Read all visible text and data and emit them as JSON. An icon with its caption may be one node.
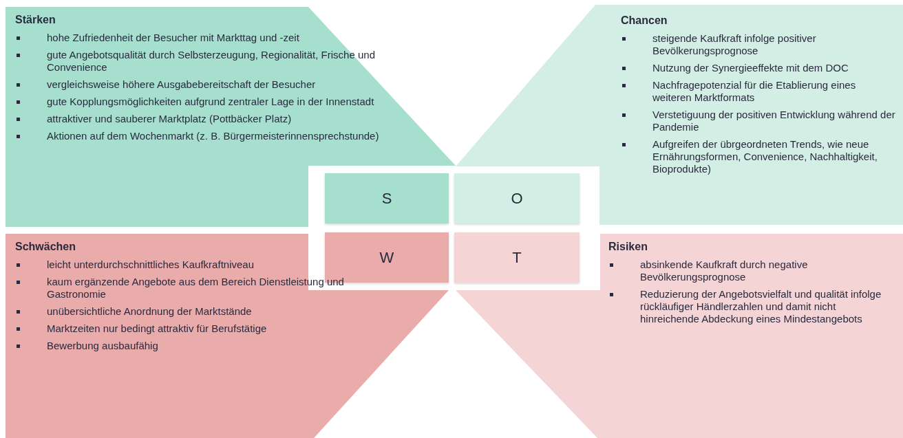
{
  "diagram": {
    "nodes": [
      {
        "text": [
          "Stärken",
          "hohe Zufriedenheit der Besucher mit Markttag und -zeit",
          "gute Angebotsqualität durch Selbsterzeugung, Regionalität, Frische und Convenience",
          "vergleichsweise höhere Ausgabebereitschaft der Besucher",
          "gute Kopplungsmöglichkeiten aufgrund zentraler Lage in der Innenstadt",
          "attraktiver und sauberer Marktplatz (Pottbäcker Platz)",
          "Aktionen auf dem Wochenmarkt (z. B. Bürgermeisterinnensprechstunde)"
        ]
      },
      {
        "text": [
          "Chancen",
          "steigende Kaufkraft infolge positiver Bevölkerungsprognose",
          "Nutzung der Synergieeffekte mit dem DOC",
          "Nachfragepotenzial für die Etablierung eines weiteren Marktformats",
          "Verstetiguung der positiven Entwicklung während der Pandemie",
          "Aufgreifen der übrgeordneten Trends, wie neue Ernährungsformen, Convenience, Nachhaltigkeit, Bioprodukte)"
        ]
      },
      {
        "text": [
          "S"
        ]
      },
      {
        "text": [
          "O"
        ]
      },
      {
        "text": [
          "W"
        ]
      },
      {
        "text": [
          "T"
        ]
      },
      {
        "text": [
          "Schwächen",
          "leicht unterdurchschnittliches Kaufkraftniveau",
          "kaum ergänzende Angebote aus dem Bereich Dienstleistung und Gastronomie",
          "unübersichtliche Anordnung der Marktstände",
          "Marktzeiten nur bedingt attraktiv für Berufstätige",
          "Bewerbung ausbaufähig"
        ]
      },
      {
        "text": [
          "Risiken",
          "absinkende Kaufkraft durch negative Bevölkerungsprognose",
          "Reduzierung der Angebotsvielfalt und qualität infolge rückläufiger Händlerzahlen und damit nicht hinreichende Abdeckung eines Mindestangebots"
        ]
      }
    ]
  }
}
